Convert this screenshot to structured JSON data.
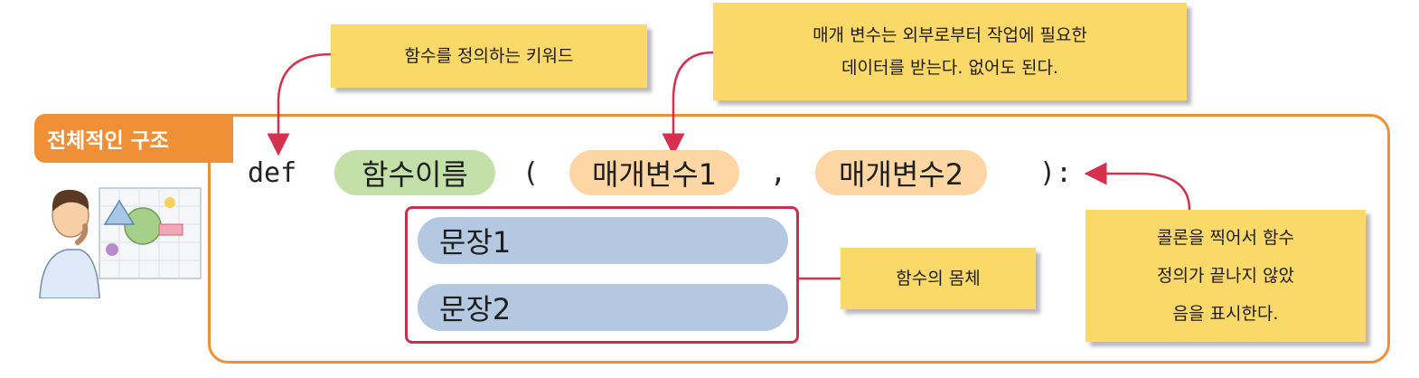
{
  "section_tag": "전체적인 구조",
  "code": {
    "keyword": "def",
    "function_name": "함수이름",
    "open_paren": "(",
    "param1": "매개변수1",
    "comma": ",",
    "param2": "매개변수2",
    "close": "):",
    "statements": [
      "문장1",
      "문장2"
    ]
  },
  "notes": {
    "keyword_note": "함수를 정의하는 키워드",
    "params_note": [
      "매개 변수는 외부로부터 작업에 필요한",
      "데이터를 받는다. 없어도 된다."
    ],
    "body_note": "함수의 몸체",
    "colon_note": [
      "콜론을 찍어서 함수",
      "정의가 끝나지 않았",
      "음을 표시한다."
    ]
  },
  "colors": {
    "frame": "#ef8f36",
    "note": "#fbd968",
    "arrow": "#d6304f",
    "name_pill": "#c4e0a9",
    "param_pill": "#fdd6a3",
    "statement_pill": "#b5c8e1",
    "body_border": "#c8314c"
  }
}
